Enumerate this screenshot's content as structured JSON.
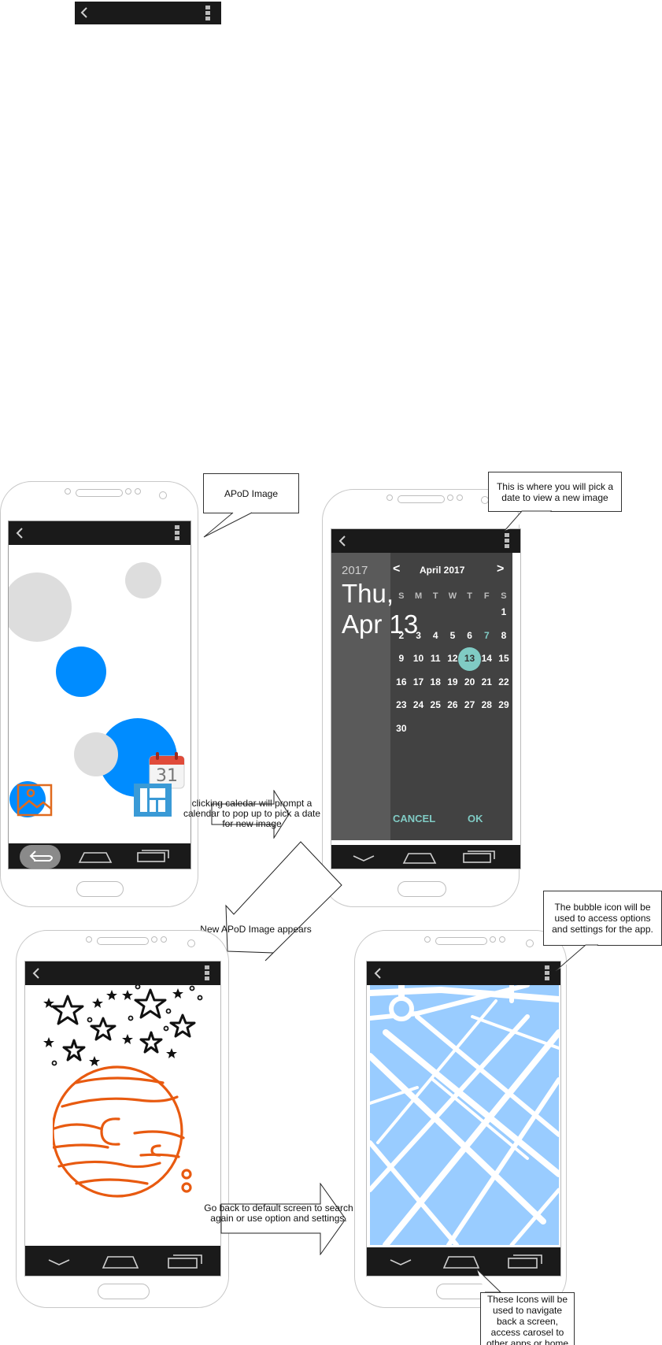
{
  "callouts": {
    "apod_image": "APoD Image",
    "pick_date": "This is where you will pick a date to view a new image",
    "bubble_icon": "The bubble icon will be used to access options and settings for the app.",
    "nav_icons": "These Icons will be used to navigate back a screen, access carosel to other apps or home button exit the app."
  },
  "arrows": {
    "calendar_prompt": "clicking caledar will prompt a calendar to pop up to pick a date for new image",
    "new_image": "New APoD Image appears",
    "go_back": "Go back to default screen to search again or use option and settings."
  },
  "calendar": {
    "year": "2017",
    "weekday": "Thu,",
    "date_line": "Apr 13",
    "month_label": "April 2017",
    "prev": "<",
    "next": ">",
    "day_headers": [
      "S",
      "M",
      "T",
      "W",
      "T",
      "F",
      "S"
    ],
    "days": [
      "",
      "",
      "",
      "",
      "",
      "",
      "1",
      "2",
      "3",
      "4",
      "5",
      "6",
      "7",
      "8",
      "9",
      "10",
      "11",
      "12",
      "13",
      "14",
      "15",
      "16",
      "17",
      "18",
      "19",
      "20",
      "21",
      "22",
      "23",
      "24",
      "25",
      "26",
      "27",
      "28",
      "29",
      "30",
      "",
      "",
      "",
      "",
      "",
      ""
    ],
    "selected_day": "13",
    "today_day": "7",
    "cancel": "CANCEL",
    "ok": "OK",
    "calendar_icon_number": "31"
  },
  "colors": {
    "accent_teal": "#80cbc4",
    "bubble_blue": "#008cff",
    "bubble_gray": "#dddddd",
    "map_water": "#99ccff",
    "orange": "#e85a10",
    "bar_dark": "#1a1a1a"
  },
  "icons": [
    "back-chevron-icon",
    "menu-dots-icon",
    "calendar-icon",
    "image-icon",
    "dashboard-icon",
    "back-arrow-icon",
    "home-icon",
    "recents-icon",
    "chevron-down-icon",
    "stars-icon",
    "planet-icon",
    "map-icon"
  ]
}
